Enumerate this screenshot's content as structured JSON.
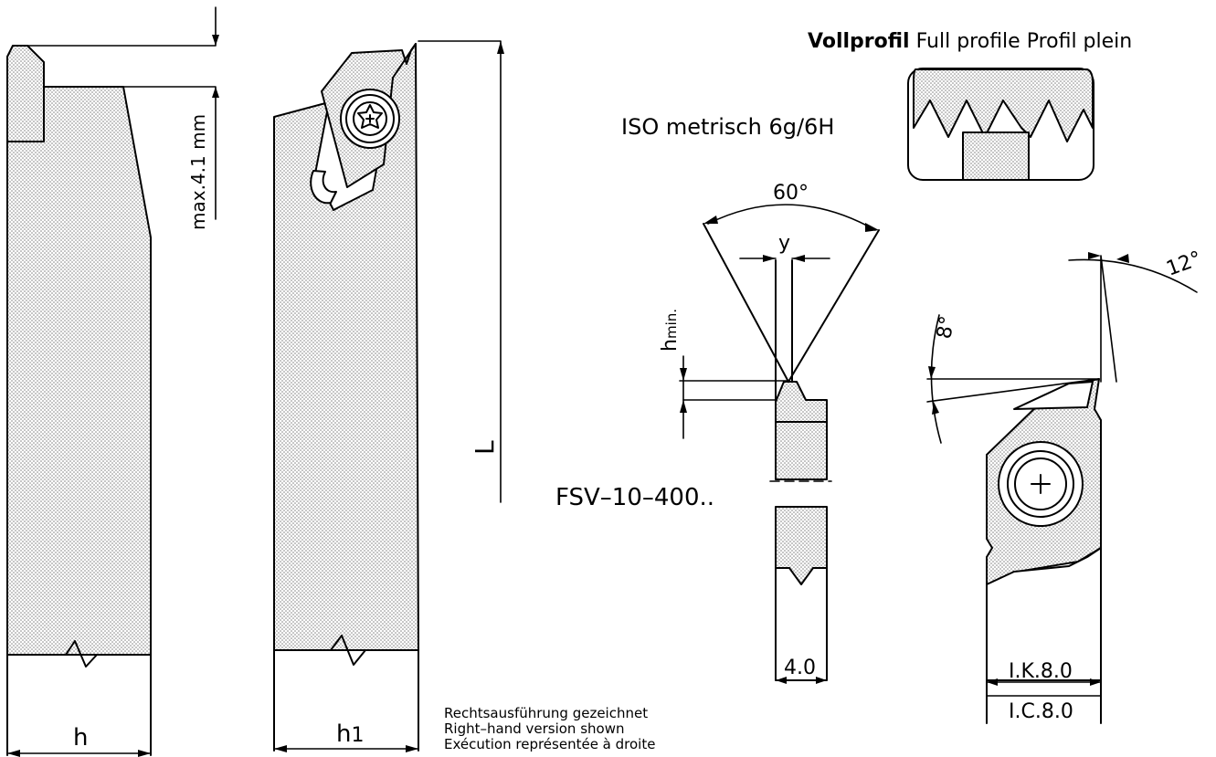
{
  "profile": {
    "title_bold": "Vollprofil",
    "title_rest": "Full profile Profil plein"
  },
  "standard": "ISO metrisch 6g/6H",
  "part_number": "FSV–10–400..",
  "dimensions": {
    "max_depth": "max.4.1 mm",
    "angle_60": "60°",
    "y": "y",
    "h_min_main": "h",
    "h_min_sub": "min.",
    "length": "L",
    "width_4": "4.0",
    "h": "h",
    "h1_main": "h",
    "h1_sub": "1",
    "ik": "I.K.8.0",
    "ic": "I.C.8.0",
    "angle_8": "8°",
    "angle_12": "12°"
  },
  "note": {
    "de": "Rechtsausführung gezeichnet",
    "en": "Right–hand version shown",
    "fr": "Exécution représentée à droite"
  }
}
